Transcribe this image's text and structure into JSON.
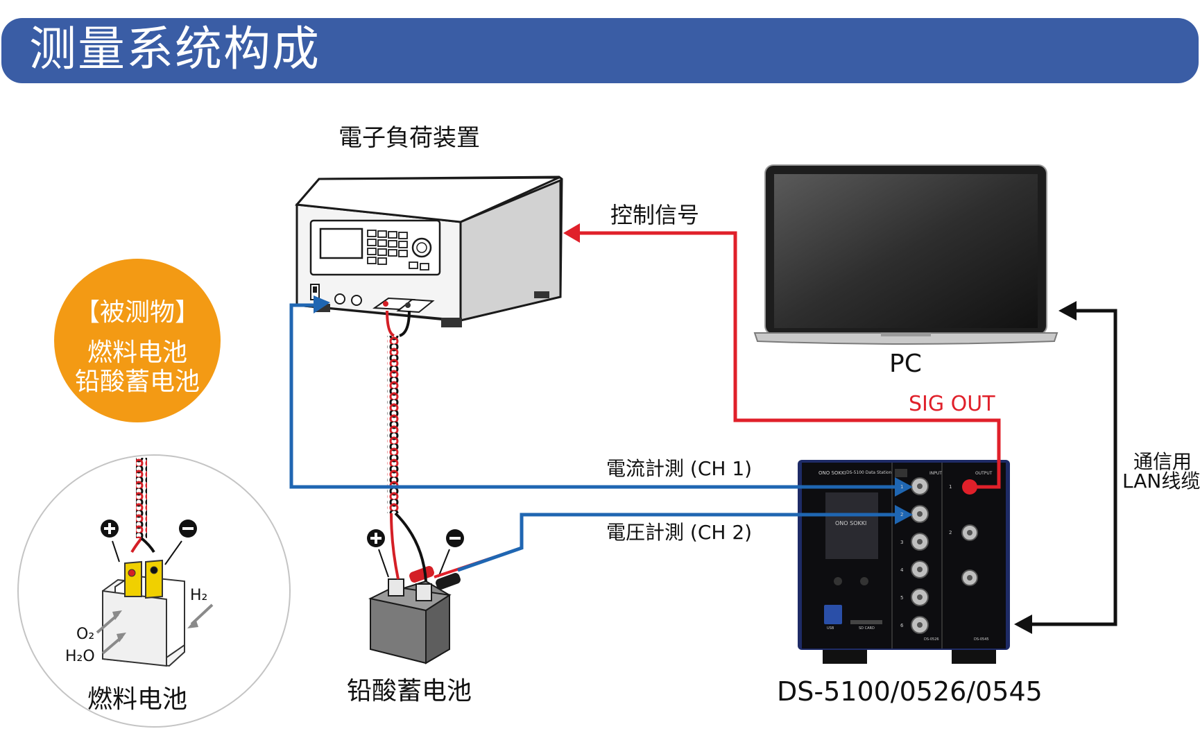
{
  "header": {
    "title": "测量系统构成"
  },
  "labels": {
    "load_device": "電子負荷装置",
    "control_signal": "控制信号",
    "pc": "PC",
    "sig_out": "SIG OUT",
    "current_measure": "電流計測 (CH 1)",
    "voltage_measure": "電圧計測 (CH 2)",
    "lan_line1": "通信用",
    "lan_line2": "LAN线缆",
    "lead_battery": "铅酸蓄电池",
    "fuel_cell": "燃料电池",
    "ds_model": "DS-5100/0526/0545"
  },
  "dut": {
    "heading": "【被测物】",
    "item1": "燃料电池",
    "item2": "铅酸蓄电池"
  },
  "fuel_cell_detail": {
    "h2": "H₂",
    "o2": "O₂",
    "h2o": "H₂O"
  },
  "device_text": {
    "brand": "ONO SOKKI",
    "product": "DS-5100 Data Station",
    "input": "INPUT",
    "output": "OUTPUT",
    "usb": "USB",
    "sd": "SD CARD",
    "model_a": "DS-0526",
    "model_b": "DS-0545",
    "ch": [
      "1",
      "2",
      "3",
      "4",
      "5",
      "6"
    ]
  },
  "colors": {
    "header": "#3a5da5",
    "signal_red": "#e0202a",
    "measure_blue": "#1f66b2",
    "dut_orange": "#f39a14"
  }
}
